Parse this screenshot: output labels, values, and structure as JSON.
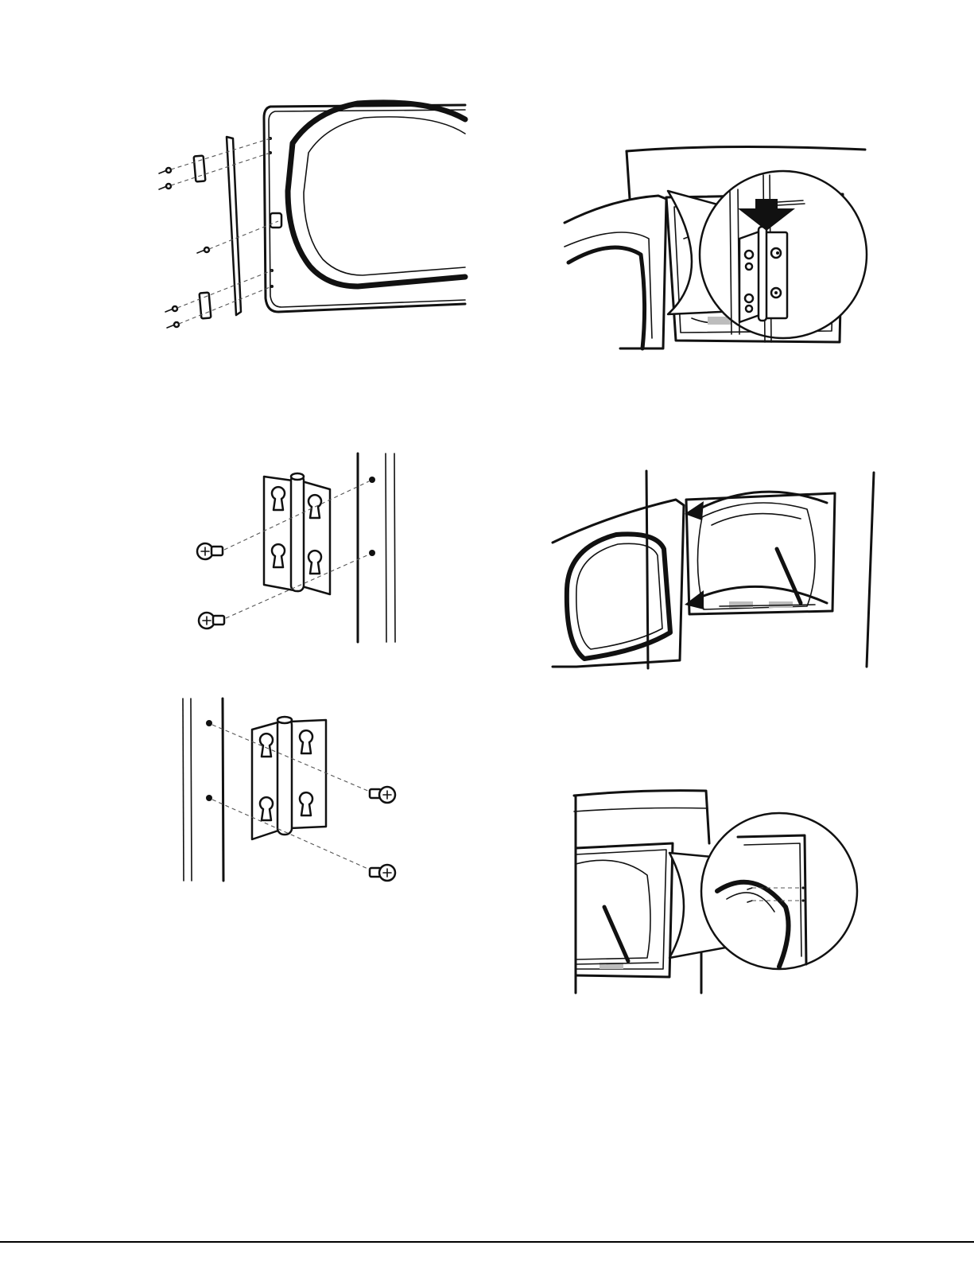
{
  "page": {
    "title": "",
    "colors": {
      "ink": "#111111",
      "paper": "#ffffff",
      "shade": "#bdbdbd"
    }
  },
  "illustrations": [
    {
      "name": "door-with-strike-plates-and-cover-strip",
      "icon": "door-exploded-icon"
    },
    {
      "name": "hinge-on-cabinet-zoom",
      "icon": "hinge-zoom-icon"
    },
    {
      "name": "hinge-screwed-to-right-panel",
      "icon": "hinge-right-icon"
    },
    {
      "name": "door-swing-open-arrows",
      "icon": "door-swing-icon"
    },
    {
      "name": "hinge-screwed-to-left-panel",
      "icon": "hinge-left-icon"
    },
    {
      "name": "cabinet-screw-holes-zoom",
      "icon": "screw-holes-zoom-icon"
    }
  ]
}
